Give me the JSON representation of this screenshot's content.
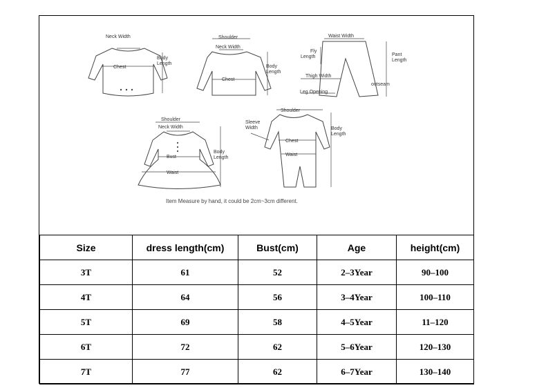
{
  "diagram": {
    "labels": {
      "bodysuit": {
        "neck_width": "Neck Width",
        "chest": "Chest",
        "body_length": [
          "Body",
          "Length"
        ]
      },
      "tshirt": {
        "shoulder": "Shoulder",
        "neck_width": "Neck Width",
        "chest": "Chest",
        "body_length": [
          "Body",
          "Length"
        ]
      },
      "pants": {
        "waist_width": "Waist Width",
        "fly_length": [
          "Fly",
          "Length"
        ],
        "pant_length": [
          "Pant",
          "Length"
        ],
        "thigh_width": "Thigh Width",
        "leg_opening": "Leg Opening",
        "outseam": "outseam"
      },
      "dress": {
        "shoulder": "Shoulder",
        "neck_width": "Neck Width",
        "bust": "Bust",
        "waist": "Waist",
        "body_length": [
          "Body",
          "Length"
        ]
      },
      "romper": {
        "shoulder": "Shoulder",
        "sleeve_width": [
          "Sleeve",
          "Width"
        ],
        "chest": "Chest",
        "waist": "Waist",
        "body_length": [
          "Body",
          "Length"
        ]
      }
    },
    "note": "Item Measure by hand, it could be 2cm~3cm different."
  },
  "table": {
    "headers": [
      "Size",
      "dress length(cm)",
      "Bust(cm)",
      "Age",
      "height(cm)"
    ],
    "rows": [
      [
        "3T",
        "61",
        "52",
        "2–3Year",
        "90–100"
      ],
      [
        "4T",
        "64",
        "56",
        "3–4Year",
        "100–110"
      ],
      [
        "5T",
        "69",
        "58",
        "4–5Year",
        "11–120"
      ],
      [
        "6T",
        "72",
        "62",
        "5–6Year",
        "120–130"
      ],
      [
        "7T",
        "77",
        "62",
        "6–7Year",
        "130–140"
      ]
    ]
  }
}
